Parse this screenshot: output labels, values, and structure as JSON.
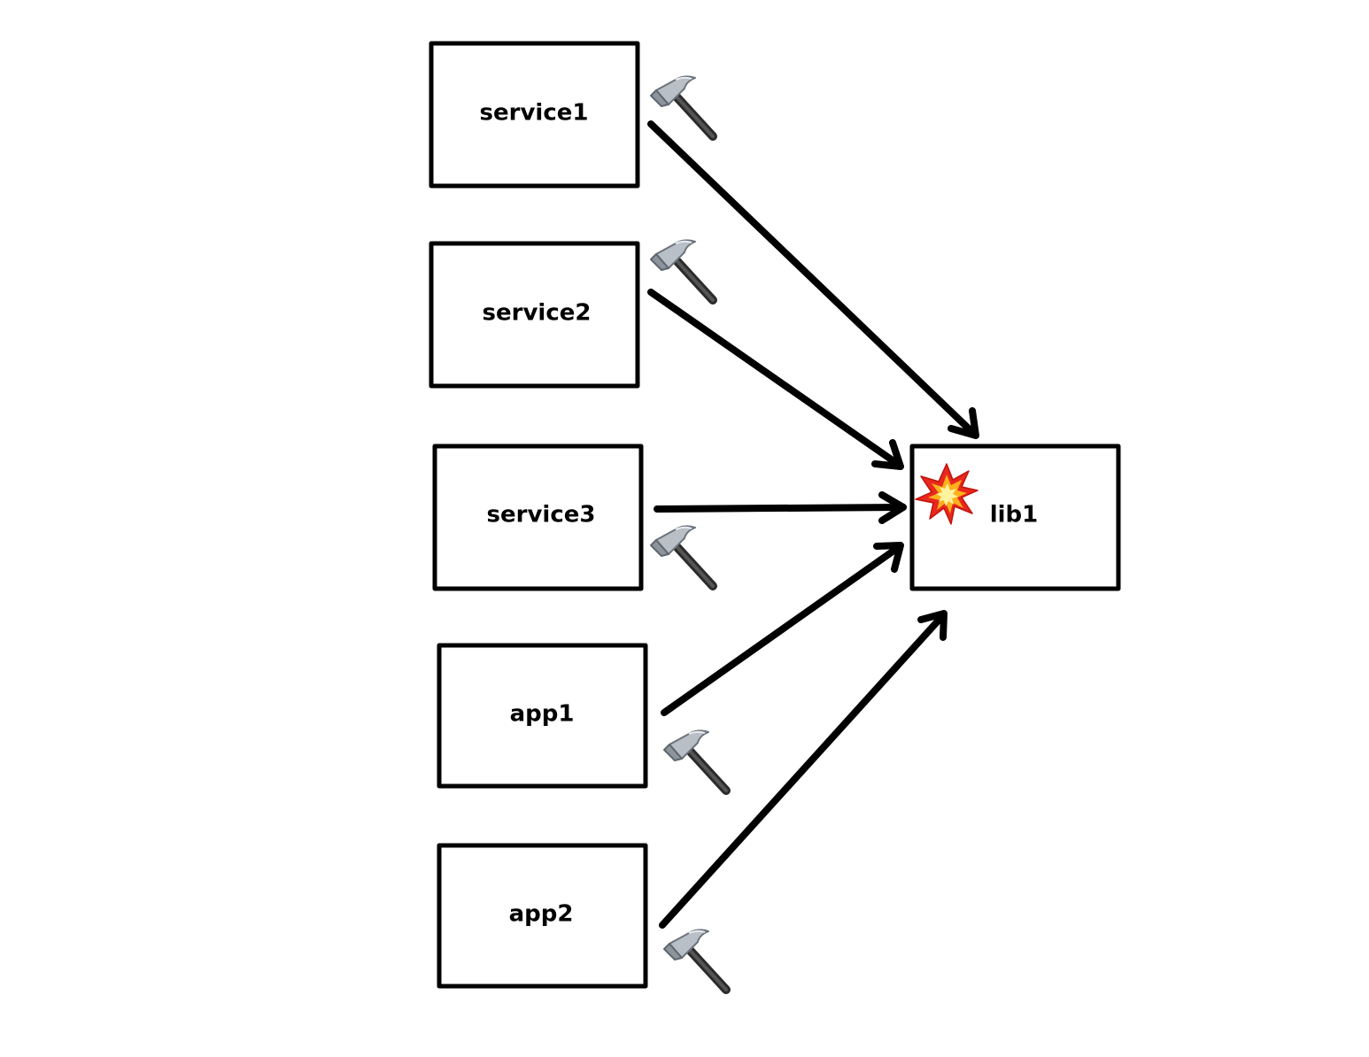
{
  "nodes": {
    "service1": "service1",
    "service2": "service2",
    "service3": "service3",
    "app1": "app1",
    "app2": "app2",
    "lib1": "lib1"
  },
  "icons": {
    "build": "hammer-icon",
    "break": "explosion-icon"
  },
  "edges": [
    {
      "from": "service1",
      "to": "lib1"
    },
    {
      "from": "service2",
      "to": "lib1"
    },
    {
      "from": "service3",
      "to": "lib1"
    },
    {
      "from": "app1",
      "to": "lib1"
    },
    {
      "from": "app2",
      "to": "lib1"
    }
  ]
}
